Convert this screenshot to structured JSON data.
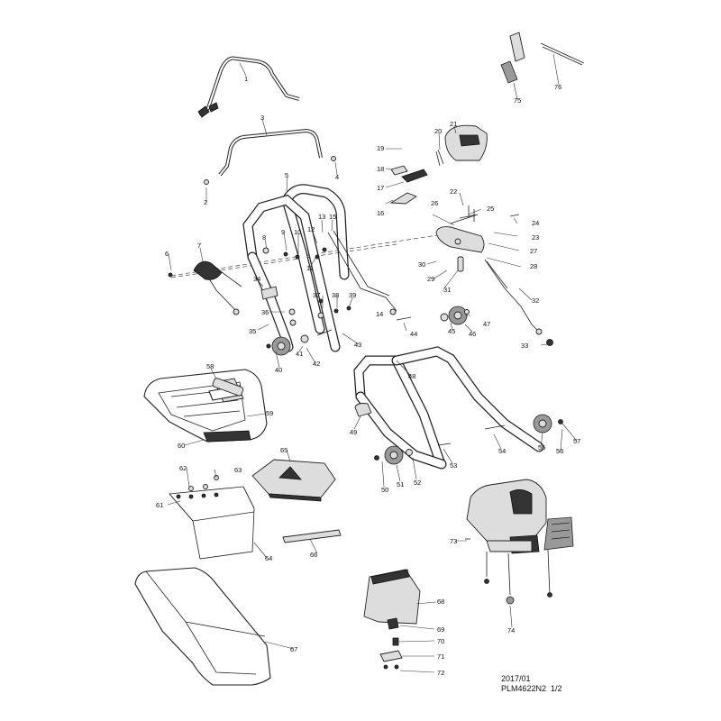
{
  "footer": {
    "date": "2017/01",
    "model_page": "PLM4622N2  1/2"
  },
  "callouts": [
    {
      "n": "1"
    },
    {
      "n": "2"
    },
    {
      "n": "3"
    },
    {
      "n": "4"
    },
    {
      "n": "5"
    },
    {
      "n": "6"
    },
    {
      "n": "7"
    },
    {
      "n": "8"
    },
    {
      "n": "9"
    },
    {
      "n": "10"
    },
    {
      "n": "11"
    },
    {
      "n": "12"
    },
    {
      "n": "13"
    },
    {
      "n": "14"
    },
    {
      "n": "15"
    },
    {
      "n": "16"
    },
    {
      "n": "17"
    },
    {
      "n": "18"
    },
    {
      "n": "19"
    },
    {
      "n": "20"
    },
    {
      "n": "21"
    },
    {
      "n": "22"
    },
    {
      "n": "23"
    },
    {
      "n": "24"
    },
    {
      "n": "25"
    },
    {
      "n": "26"
    },
    {
      "n": "27"
    },
    {
      "n": "28"
    },
    {
      "n": "29"
    },
    {
      "n": "30"
    },
    {
      "n": "31"
    },
    {
      "n": "32"
    },
    {
      "n": "33"
    },
    {
      "n": "34"
    },
    {
      "n": "35"
    },
    {
      "n": "36"
    },
    {
      "n": "37"
    },
    {
      "n": "38"
    },
    {
      "n": "39"
    },
    {
      "n": "40"
    },
    {
      "n": "41"
    },
    {
      "n": "42"
    },
    {
      "n": "43"
    },
    {
      "n": "44"
    },
    {
      "n": "45"
    },
    {
      "n": "46"
    },
    {
      "n": "47"
    },
    {
      "n": "48"
    },
    {
      "n": "49"
    },
    {
      "n": "50"
    },
    {
      "n": "51"
    },
    {
      "n": "52"
    },
    {
      "n": "53"
    },
    {
      "n": "54"
    },
    {
      "n": "55"
    },
    {
      "n": "56"
    },
    {
      "n": "57"
    },
    {
      "n": "58"
    },
    {
      "n": "59"
    },
    {
      "n": "60"
    },
    {
      "n": "61"
    },
    {
      "n": "62"
    },
    {
      "n": "63"
    },
    {
      "n": "64"
    },
    {
      "n": "65"
    },
    {
      "n": "66"
    },
    {
      "n": "67"
    },
    {
      "n": "68"
    },
    {
      "n": "69"
    },
    {
      "n": "70"
    },
    {
      "n": "71"
    },
    {
      "n": "72"
    },
    {
      "n": "73"
    },
    {
      "n": "74"
    },
    {
      "n": "75"
    },
    {
      "n": "76"
    }
  ]
}
